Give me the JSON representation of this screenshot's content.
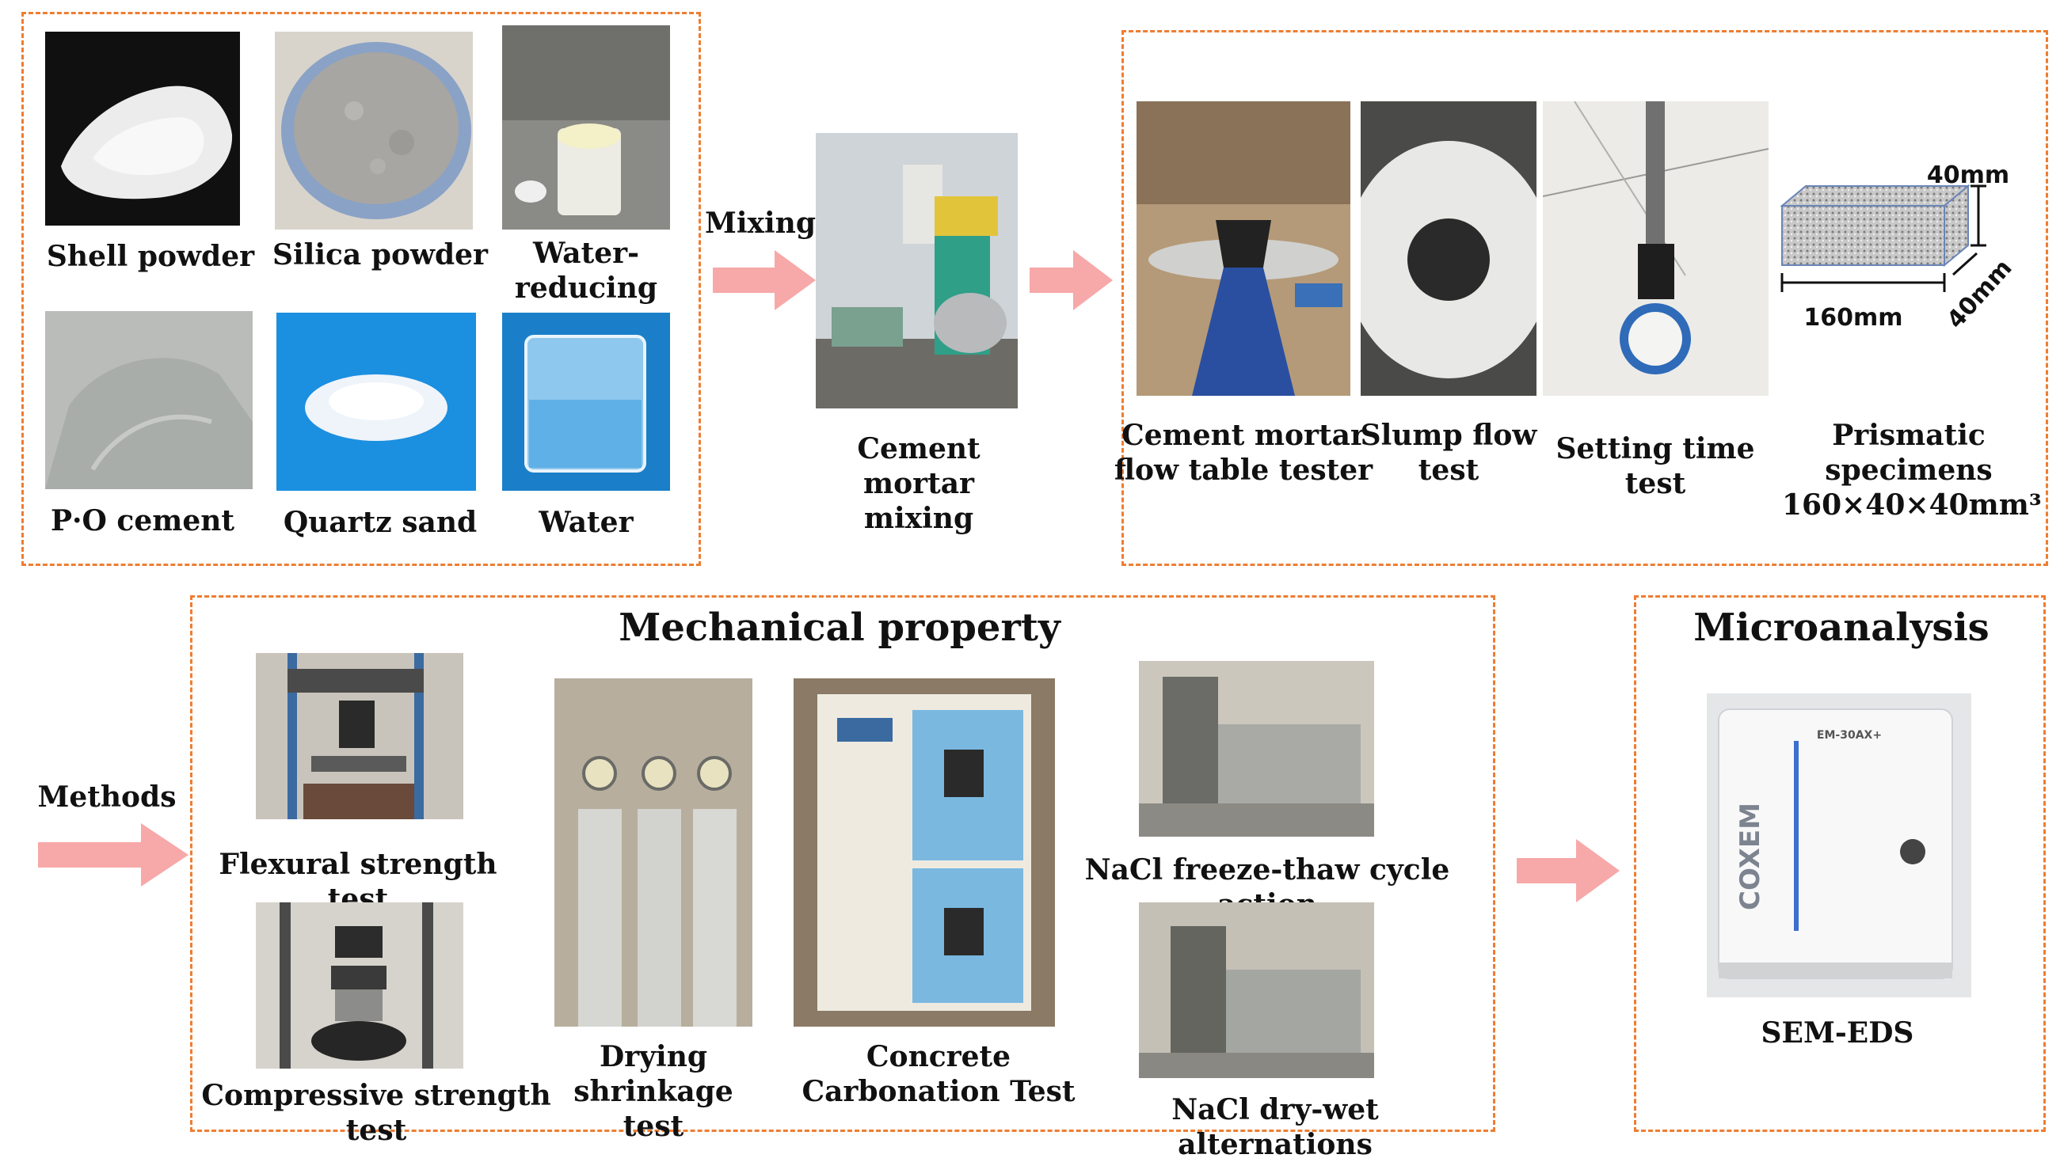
{
  "materials": {
    "shell_powder": "Shell powder",
    "silica_powder": "Silica powder",
    "water_reducing_line1": "Water-",
    "water_reducing_line2": "reducing",
    "po_cement": "P·O cement",
    "quartz_sand": "Quartz sand",
    "water": "Water"
  },
  "mixing": {
    "arrow_label": "Mixing",
    "caption_line1": "Cement mortar",
    "caption_line2": "mixing"
  },
  "fresh_tests": {
    "flow_table_line1": "Cement mortar",
    "flow_table_line2": "flow table tester",
    "slump_line1": "Slump flow",
    "slump_line2": "test",
    "setting_time": "Setting time test",
    "prismatic_line1": "Prismatic",
    "prismatic_line2": "specimens",
    "prismatic_line3": "160×40×40mm³",
    "dim_top": "40mm",
    "dim_length": "160mm",
    "dim_depth": "40mm"
  },
  "methods_label": "Methods",
  "mechanical": {
    "title": "Mechanical property",
    "flexural": "Flexural strength test",
    "compressive": "Compressive strength test",
    "drying_line1": "Drying shrinkage",
    "drying_line2": "test",
    "carbonation_line1": "Concrete",
    "carbonation_line2": "Carbonation Test",
    "freeze_thaw": "NaCl freeze-thaw cycle action",
    "dry_wet": "NaCl dry-wet alternations"
  },
  "micro": {
    "title": "Microanalysis",
    "sem": "SEM-EDS",
    "brand": "COXEM",
    "model": "EM-30AX+"
  },
  "colors": {
    "dashed_border": "#ee7d31",
    "arrow": "#f7a8a8"
  }
}
